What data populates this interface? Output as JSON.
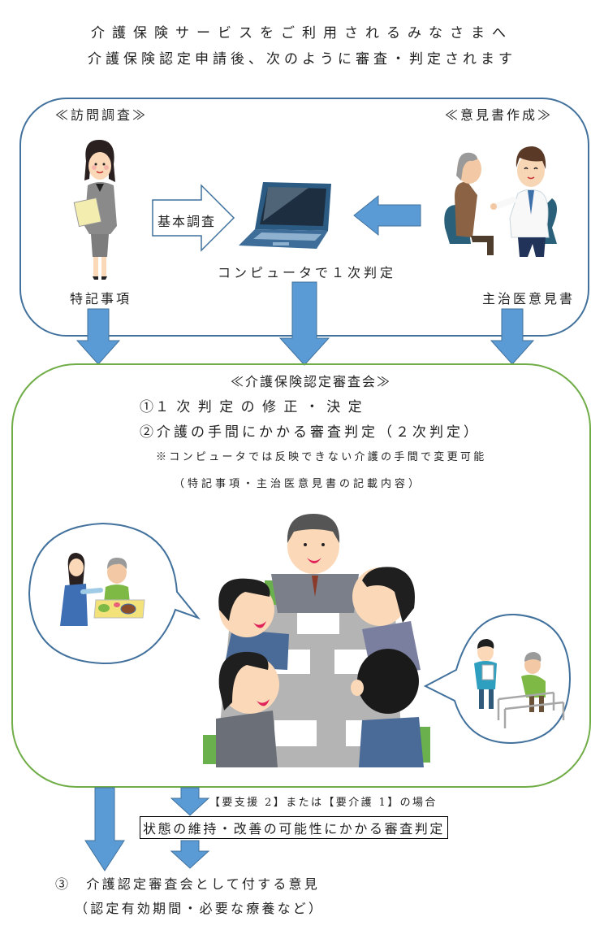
{
  "header": {
    "line1": "介護保険サービスをご利用されるみなさまへ",
    "line2": "介護保険認定申請後、次のように審査・判定されます"
  },
  "stage1": {
    "visit_title": "≪訪問調査≫",
    "opinion_title": "≪意見書作成≫",
    "basic_survey_label": "基本調査",
    "computer_label": "コンピュータで１次判定",
    "special_notes_label": "特記事項",
    "doctor_opinion_label": "主治医意見書"
  },
  "stage2": {
    "title": "≪介護保険認定審査会≫",
    "item1": "①１ 次 判 定 の 修 正 ・ 決 定",
    "item2": "②介護の手間にかかる審査判定（２次判定）",
    "note1": "※コンピュータでは反映できない介護の手間で変更可能",
    "note2": "（特記事項・主治医意見書の記載内容）"
  },
  "stage3": {
    "condition": "【要支援 2】または【要介護 1】の場合",
    "framed_text": "状態の維持・改善の可能性にかかる審査判定",
    "item3": "③　介護認定審査会として付する意見",
    "item3_note": "（認定有効期間・必要な療養など）"
  },
  "colors": {
    "arrow": "#5b9bd5",
    "arrow_border": "#41719c",
    "box_blue": "#41719c",
    "box_green": "#70ad47"
  }
}
